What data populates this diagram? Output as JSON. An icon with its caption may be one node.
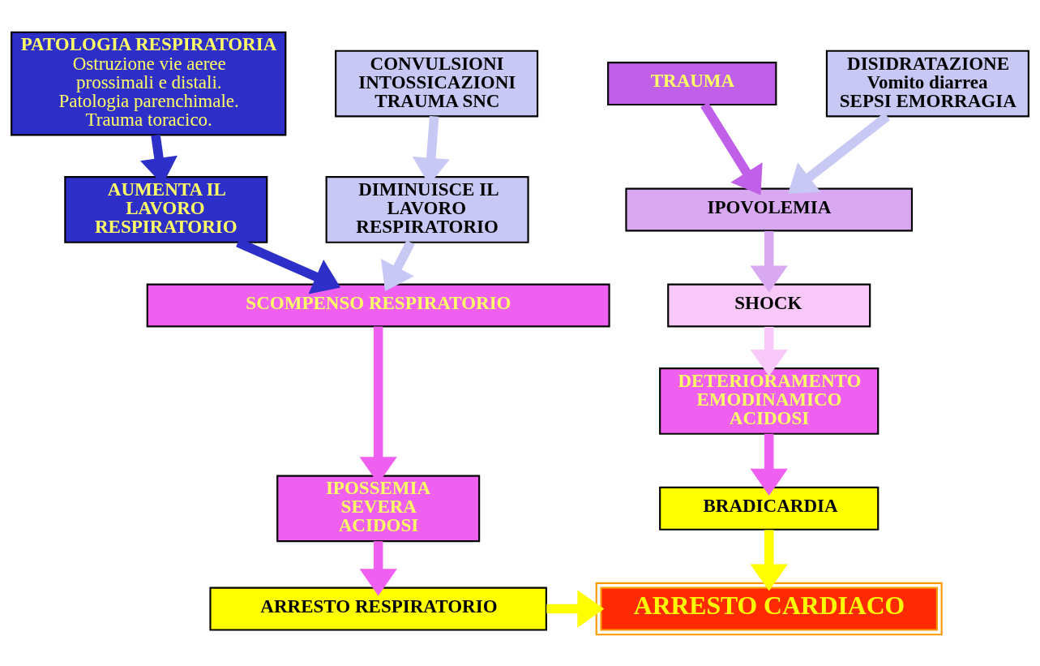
{
  "diagram": {
    "nodes": [
      {
        "text": [
          "PATOLOGIA RESPIRATORIA",
          "Ostruzione vie aeree prossimali e distali. Patologia parenchimale. Trauma toracico."
        ]
      },
      {
        "text": [
          "CONVULSIONI INTOSSICAZIONI TRAUMA SNC"
        ]
      },
      {
        "text": [
          "TRAUMA"
        ]
      },
      {
        "text": [
          "DISIDRATAZIONE Vomito diarrea SEPSI EMORRAGIA"
        ]
      },
      {
        "text": [
          "AUMENTA IL LAVORO RESPIRATORIO"
        ]
      },
      {
        "text": [
          "DIMINUISCE IL LAVORO RESPIRATORIO"
        ]
      },
      {
        "text": [
          "IPOVOLEMIA"
        ]
      },
      {
        "text": [
          "SCOMPENSO RESPIRATORIO"
        ]
      },
      {
        "text": [
          "SHOCK"
        ]
      },
      {
        "text": [
          "IPOSSEMIA SEVERA ACIDOSI"
        ]
      },
      {
        "text": [
          "DETERIORAMENTO EMODINAMICO ACIDOSI"
        ]
      },
      {
        "text": [
          "BRADICARDIA"
        ]
      },
      {
        "text": [
          "ARRESTO RESPIRATORIO"
        ]
      },
      {
        "text": [
          "ARRESTO CARDIACO"
        ]
      }
    ],
    "edges": [
      {
        "from": 0,
        "to": 4,
        "arrow": "to",
        "color": "#2e2ec8"
      },
      {
        "from": 1,
        "to": 5,
        "arrow": "to",
        "color": "#c8c8f4"
      },
      {
        "from": 4,
        "to": 7,
        "arrow": "to",
        "color": "#2e2ec8"
      },
      {
        "from": 5,
        "to": 7,
        "arrow": "to",
        "color": "#c8c8f4"
      },
      {
        "from": 7,
        "to": 9,
        "arrow": "to",
        "color": "#f060f0"
      },
      {
        "from": 9,
        "to": 12,
        "arrow": "to",
        "color": "#f060f0"
      },
      {
        "from": 12,
        "to": 13,
        "arrow": "to",
        "color": "#ffff00"
      },
      {
        "from": 2,
        "to": 6,
        "arrow": "to",
        "color": "#c060e8"
      },
      {
        "from": 3,
        "to": 6,
        "arrow": "to",
        "color": "#c8c8f4"
      },
      {
        "from": 6,
        "to": 8,
        "arrow": "to",
        "color": "#d8a8f0"
      },
      {
        "from": 8,
        "to": 10,
        "arrow": "to",
        "color": "#f8c8f8"
      },
      {
        "from": 10,
        "to": 11,
        "arrow": "to",
        "color": "#f060f0"
      },
      {
        "from": 11,
        "to": 13,
        "arrow": "to",
        "color": "#ffff00"
      }
    ]
  }
}
